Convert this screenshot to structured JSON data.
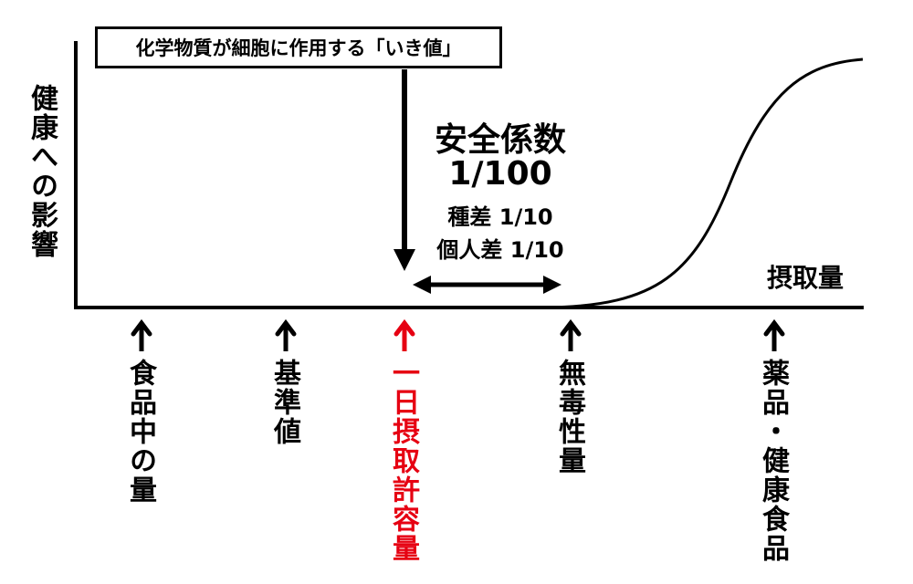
{
  "threshold_box": "化学物質が細胞に作用する「いき値」",
  "y_axis_label": "健康への影響",
  "x_axis_label": "摂取量",
  "safety_factor": {
    "title": "安全係数",
    "value": "1/100",
    "species_diff": "種差 1/10",
    "individual_diff": "個人差 1/10"
  },
  "markers": [
    {
      "label": "食品中の量",
      "color": "#000000"
    },
    {
      "label": "基準値",
      "color": "#000000"
    },
    {
      "label": "一日摂取許容量",
      "color": "#e60012"
    },
    {
      "label": "無毒性量",
      "color": "#000000"
    },
    {
      "label": "薬品・健康食品",
      "color": "#000000"
    }
  ]
}
